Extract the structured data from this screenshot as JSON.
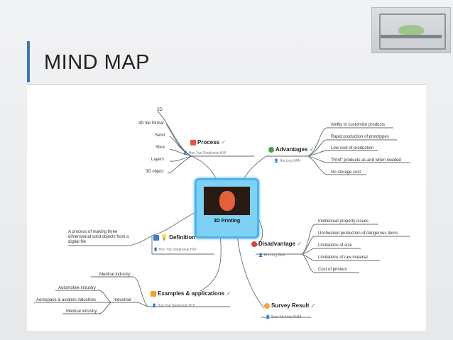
{
  "slide": {
    "title": "MIND MAP"
  },
  "center": {
    "label": "3D Printing"
  },
  "branches": {
    "process": {
      "label": "Process",
      "author": "Hon Yan Stephanie HUI",
      "items": [
        "2D",
        "3D file format",
        "Send",
        "Slice",
        "Layers",
        "3D object"
      ]
    },
    "advantages": {
      "label": "Advantages",
      "author": "Hoi Ling FAN",
      "items": [
        "Ability to customize products",
        "Rapid production of prototypes",
        "Low cost of production",
        "\"Print\" products as and when needed",
        "No storage cost"
      ]
    },
    "definition": {
      "label": "Definition",
      "author": "Hon Yan Stephanie HUI",
      "text": "A process of making three dimensional solid objects from a digital file"
    },
    "disadvantage": {
      "label": "Disadvantage",
      "author": "Hoi Ling FAN",
      "items": [
        "Intellectual property issues",
        "Unchecked production of dangerous items",
        "Limitations of size",
        "Limitations of raw material",
        "Cost of printers"
      ]
    },
    "examples": {
      "label": "Examples & applications",
      "author": "Hon Yan Stephanie HUI",
      "items": [
        "Medical industry",
        "Industrial",
        "Automotive industry",
        "Aerospace & aviation industries",
        "Medical industry"
      ]
    },
    "survey": {
      "label": "Survey Result",
      "author": "Tsun Kit Andy NAM"
    }
  },
  "colors": {
    "accent": "#3e77b5",
    "center_fill": "#7fd0f5",
    "center_border": "#4cb3e8"
  }
}
